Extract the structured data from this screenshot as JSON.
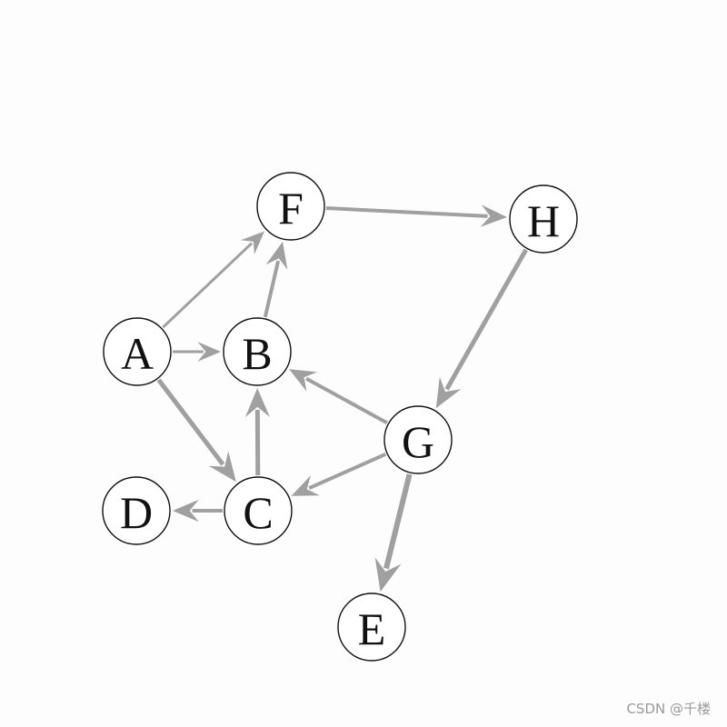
{
  "diagram": {
    "nodes": [
      {
        "id": "F",
        "label": "F"
      },
      {
        "id": "H",
        "label": "H"
      },
      {
        "id": "A",
        "label": "A"
      },
      {
        "id": "B",
        "label": "B"
      },
      {
        "id": "G",
        "label": "G"
      },
      {
        "id": "D",
        "label": "D"
      },
      {
        "id": "C",
        "label": "C"
      },
      {
        "id": "E",
        "label": "E"
      }
    ],
    "edges": [
      {
        "from": "A",
        "to": "F"
      },
      {
        "from": "A",
        "to": "B"
      },
      {
        "from": "A",
        "to": "C"
      },
      {
        "from": "B",
        "to": "F"
      },
      {
        "from": "C",
        "to": "B"
      },
      {
        "from": "C",
        "to": "D"
      },
      {
        "from": "F",
        "to": "H"
      },
      {
        "from": "H",
        "to": "G"
      },
      {
        "from": "G",
        "to": "B"
      },
      {
        "from": "G",
        "to": "C"
      },
      {
        "from": "G",
        "to": "E"
      }
    ],
    "edge_color": "#a0a0a0",
    "node_stroke_color": "#111111"
  },
  "watermark": "CSDN @千楼"
}
